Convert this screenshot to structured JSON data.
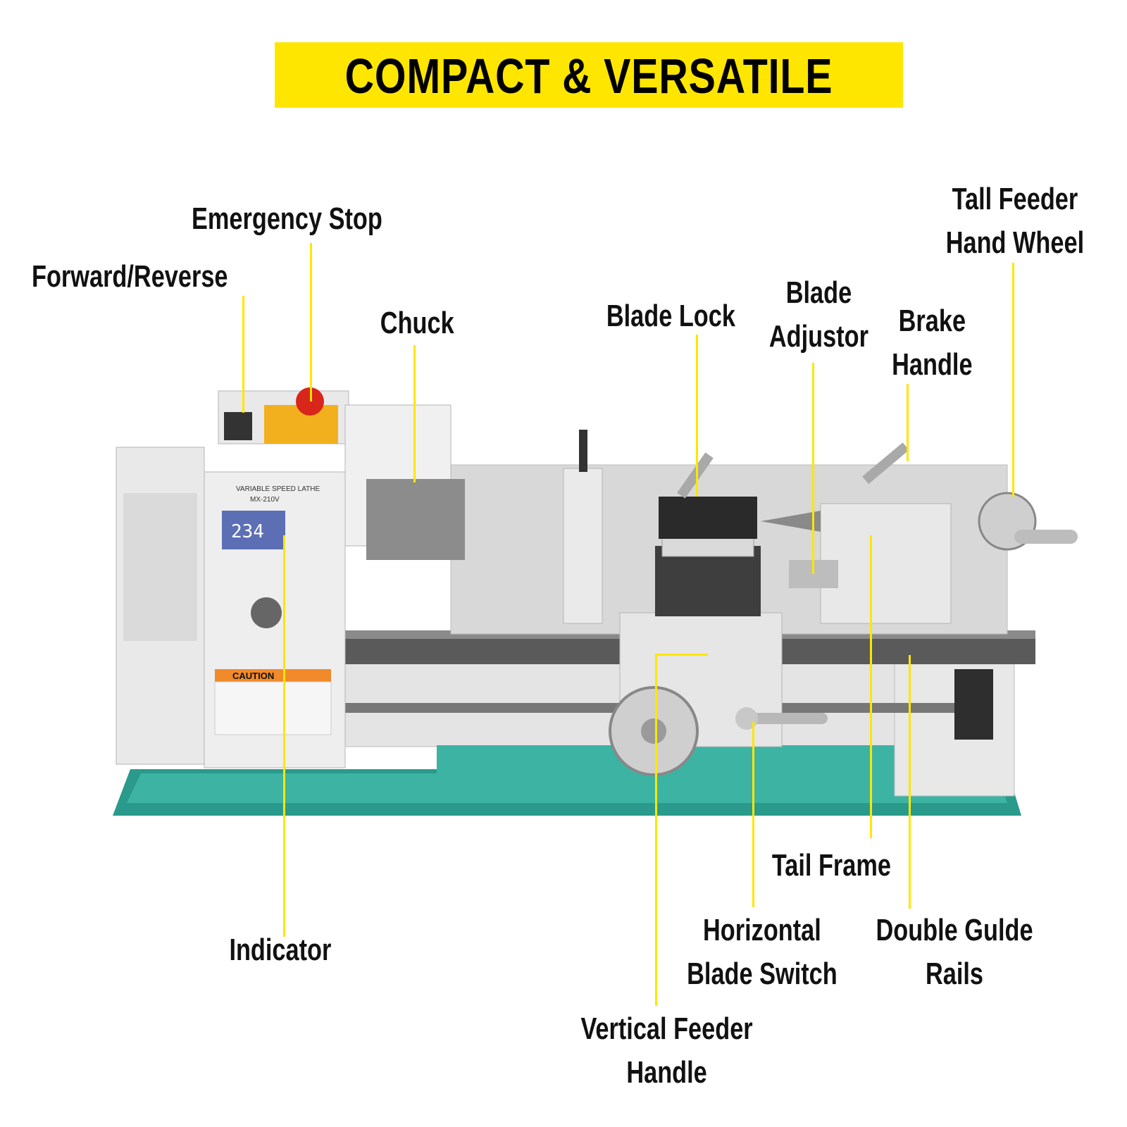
{
  "banner": {
    "title": "COMPACT & VERSATILE"
  },
  "labels": {
    "emergency_stop": "Emergency Stop",
    "forward_reverse": "Forward/Reverse",
    "chuck": "Chuck",
    "blade_lock": "Blade Lock",
    "blade_adjustor": [
      "Blade",
      "Adjustor"
    ],
    "brake_handle": [
      "Brake",
      "Handle"
    ],
    "tail_feeder_hand_wheel": [
      "Tall Feeder",
      "Hand Wheel"
    ],
    "indicator": "Indicator",
    "tail_frame": "Tail Frame",
    "horizontal_blade_switch": [
      "Horizontal",
      "Blade Switch"
    ],
    "double_guide_rails": [
      "Double Gulde",
      "Rails"
    ],
    "vertical_feeder_handle": [
      "Vertical Feeder",
      "Handle"
    ]
  },
  "machine_panel": {
    "brand_title": "VARIABLE SPEED LATHE",
    "model": "MX-210V",
    "display_value": "234",
    "caution_label": "CAUTION"
  },
  "colors": {
    "accent": "#FFE600",
    "base": "#2A9A8C",
    "body": "#E6E6E6"
  }
}
